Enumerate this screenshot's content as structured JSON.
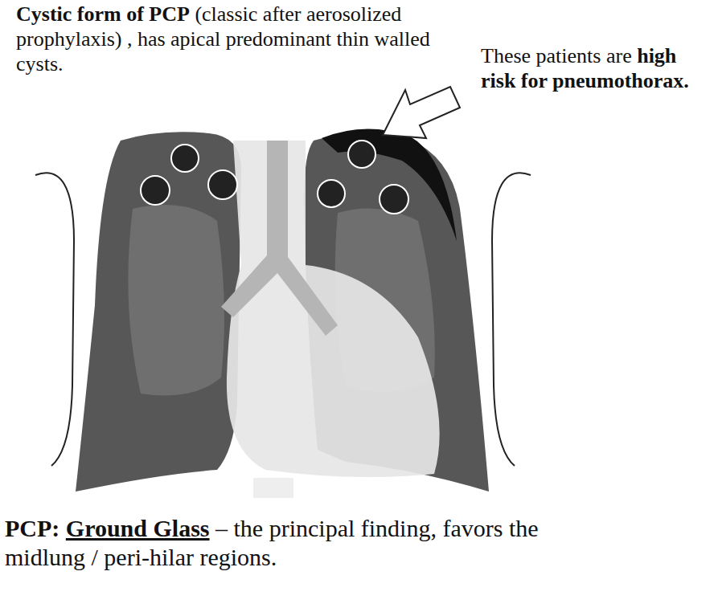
{
  "diagram": {
    "labels": [
      "Cystic form of PCP",
      "(classic after aerosolized prophylaxis) , has apical predominant thin walled cysts.",
      "These patients are",
      "high risk for pneumothorax.",
      "PCP:",
      "Ground Glass",
      "– the principal finding, favors the midlung / peri-hilar regions."
    ]
  }
}
